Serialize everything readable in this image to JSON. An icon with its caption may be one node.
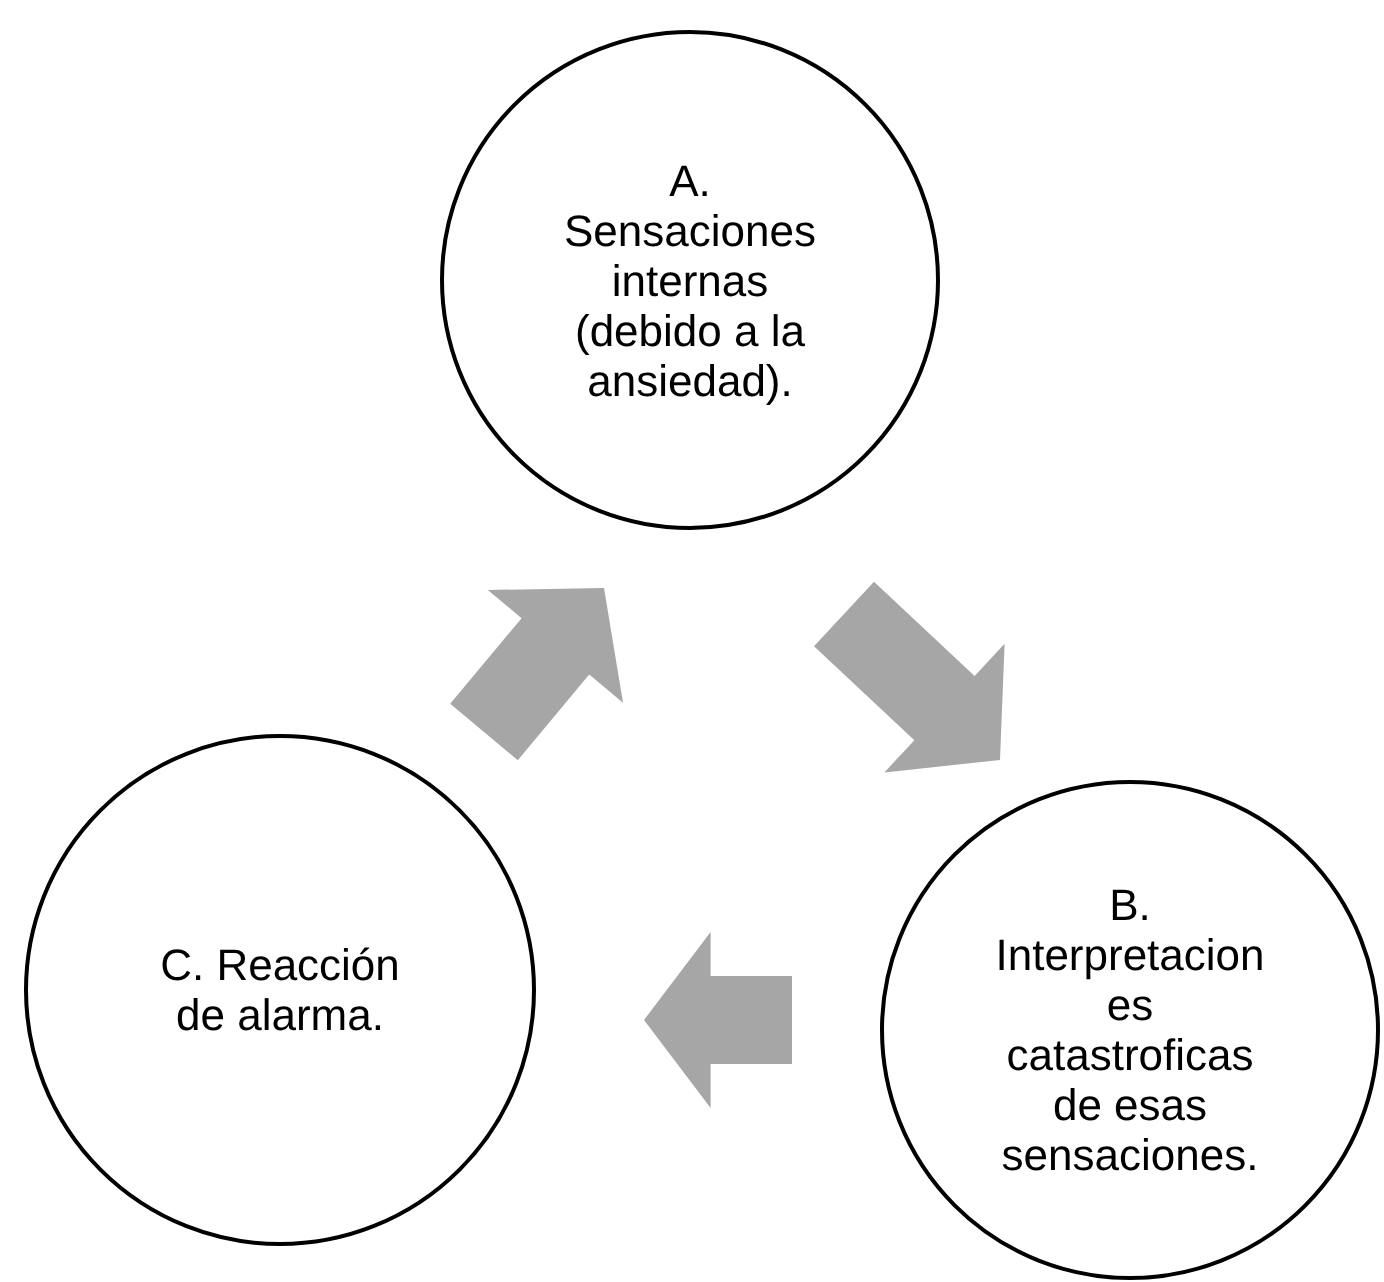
{
  "diagram": {
    "nodes": [
      {
        "text": [
          "A. Sensaciones internas (debido a la ansiedad)."
        ]
      },
      {
        "text": [
          "B. Interpretaciones catastroficas de esas sensaciones."
        ]
      },
      {
        "text": [
          "C. Reacción de alarma."
        ]
      }
    ],
    "edges": [
      {
        "from": 0,
        "to": 1,
        "arrow": "to",
        "color": "#a6a6a6",
        "style": "thick"
      },
      {
        "from": 1,
        "to": 2,
        "arrow": "to",
        "color": "#a6a6a6",
        "style": "thick"
      },
      {
        "from": 2,
        "to": 0,
        "arrow": "to",
        "color": "#a6a6a6",
        "style": "thick"
      }
    ]
  }
}
